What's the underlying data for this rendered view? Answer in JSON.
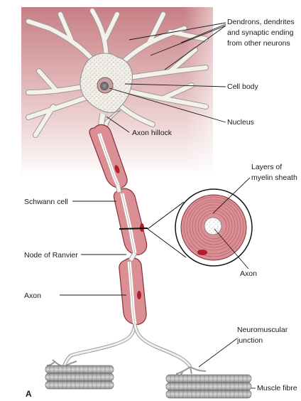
{
  "figure_letter": "A",
  "labels": {
    "dendrites": [
      "Dendrons, dendrites",
      "and synaptic ending",
      "from other neurons"
    ],
    "cell_body": "Cell body",
    "nucleus": "Nucleus",
    "axon_hillock": "Axon hillock",
    "myelin_layers": [
      "Layers of",
      "myelin sheath"
    ],
    "schwann_cell": "Schwann cell",
    "node_of_ranvier": "Node of Ranvier",
    "axon_left": "Axon",
    "axon_inset": "Axon",
    "neuromuscular_junction": [
      "Neuromuscular",
      "junction"
    ],
    "muscle_fibre": "Muscle fibre"
  },
  "colors": {
    "background_gradient_top": "#c9868a",
    "background_gradient_bottom": "#ffffff",
    "cell_fill": "#f2efe8",
    "myelin_fill": "#d98f94",
    "myelin_stroke": "#8a2f38",
    "nucleus_dark": "#b0202c",
    "muscle_fill": "#b9b9b9"
  }
}
